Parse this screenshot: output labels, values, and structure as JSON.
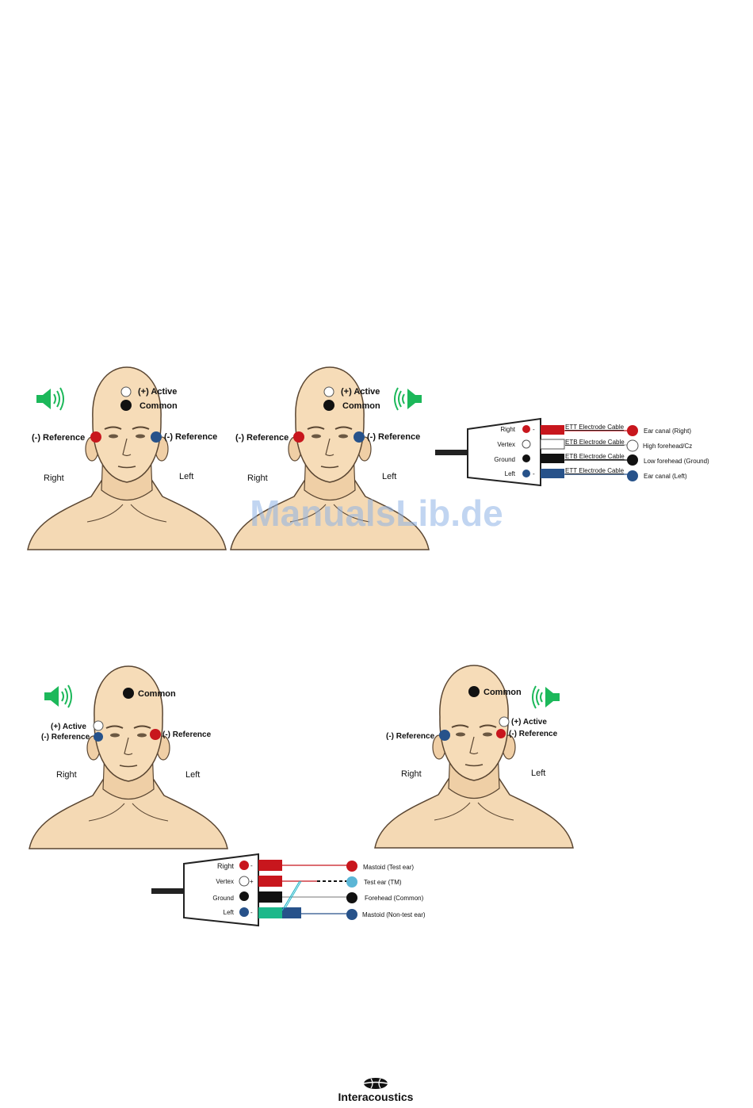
{
  "colors": {
    "skin": "#f4d9b4",
    "skin_shadow": "#e6c49a",
    "red": "#c8161d",
    "blue": "#27528a",
    "green": "#1cb85a",
    "teal": "#26b7c9",
    "black": "#111111"
  },
  "icons": [
    "speaker-left-icon",
    "speaker-right-icon",
    "interacoustics-logo-icon"
  ],
  "heads": [
    {
      "active": "(+) Active",
      "common": "Common",
      "ref_right": "(-) Reference",
      "ref_left": "(-) Reference",
      "side_right": "Right",
      "side_left": "Left"
    },
    {
      "active": "(+) Active",
      "common": "Common",
      "ref_right": "(-) Reference",
      "ref_left": "(-) Reference",
      "side_right": "Right",
      "side_left": "Left"
    },
    {
      "active": "(+) Active",
      "common": "Common",
      "ref_right": "(-) Reference",
      "ref_left": "(-) Reference",
      "side_right": "Right",
      "side_left": "Left"
    },
    {
      "active": "(+) Active",
      "common": "Common",
      "ref_right": "(-) Reference",
      "ref_left": "(-) Reference",
      "side_right": "Right",
      "side_left": "Left"
    }
  ],
  "connector1": {
    "ports": [
      "Right",
      "Vertex",
      "Ground",
      "Left"
    ],
    "cables": [
      "ETT Electrode Cable",
      "ETB Electrode Cable",
      "ETB Electrode Cable",
      "ETT Electrode Cable"
    ],
    "placements": [
      "Ear canal (Right)",
      "High forehead/Cz",
      "Low forehead (Ground)",
      "Ear canal (Left)"
    ]
  },
  "connector2": {
    "ports": [
      "Right",
      "Vertex",
      "Ground",
      "Left"
    ],
    "placements": [
      "Mastoid (Test ear)",
      "Test ear (TM)",
      "Forehead (Common)",
      "Mastoid (Non-test ear)"
    ]
  },
  "watermark": "ManualsLib.de",
  "footer": {
    "brand": "Interacoustics"
  }
}
